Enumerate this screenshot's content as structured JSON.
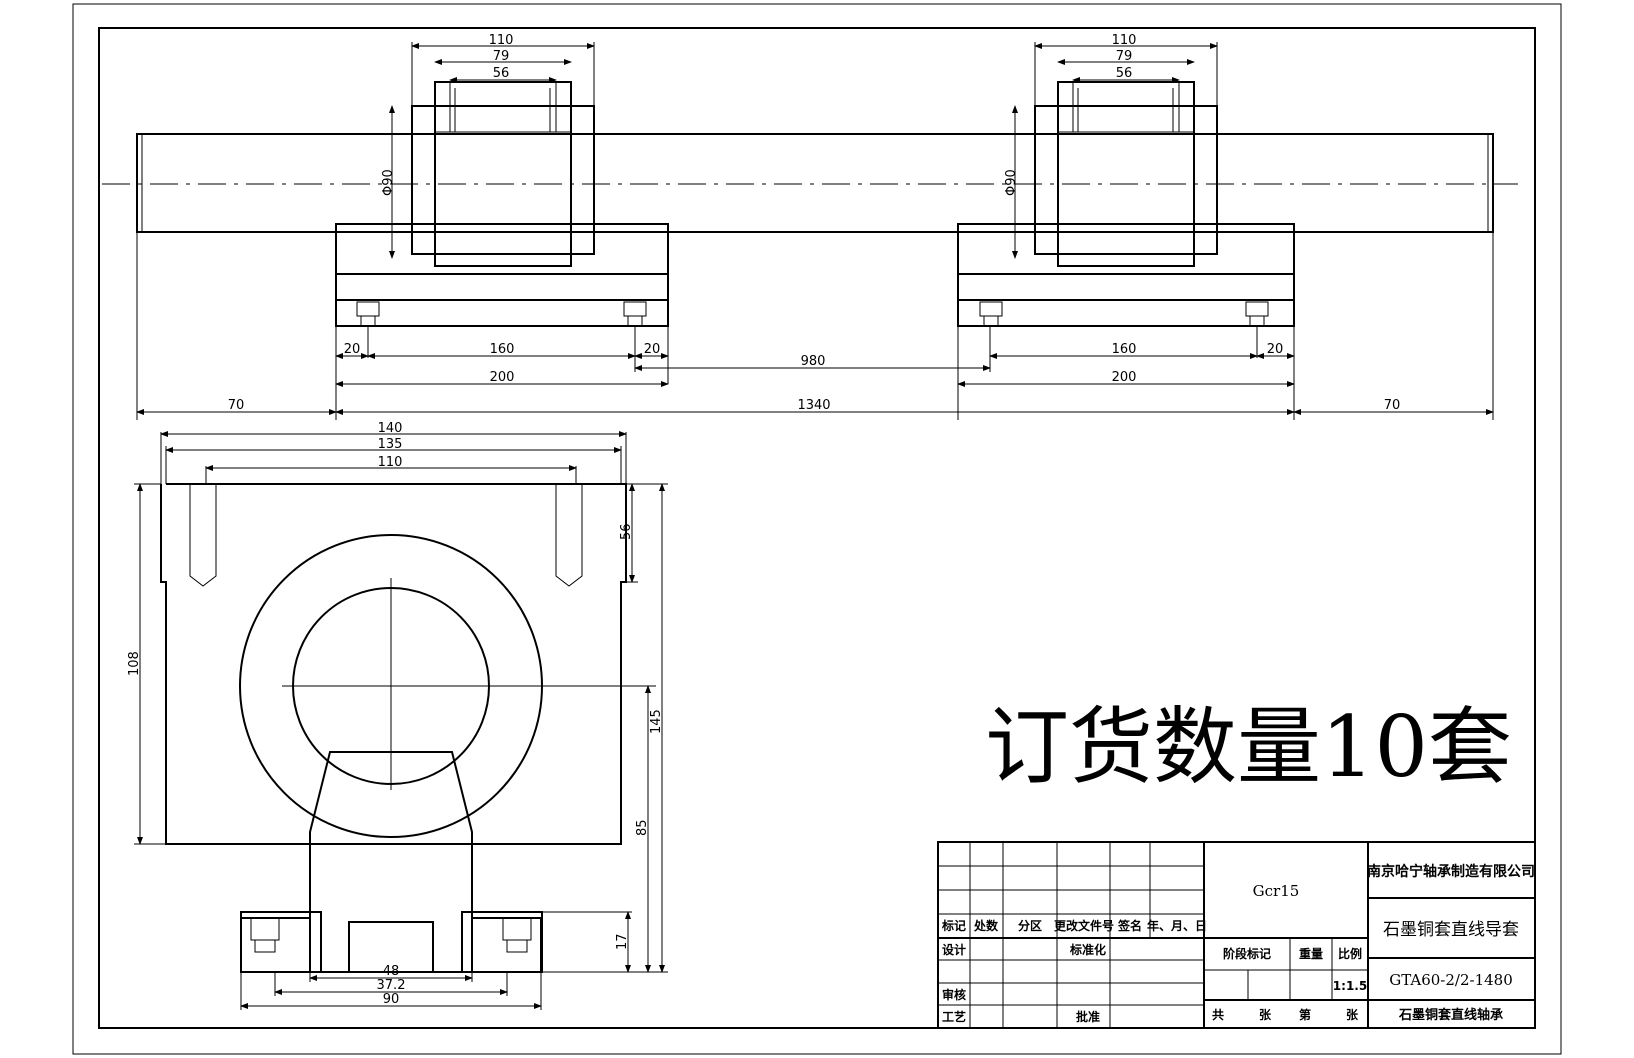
{
  "note": "订货数量10套",
  "top_view": {
    "dims": {
      "a": "110",
      "b": "79",
      "c": "56",
      "dia": "Φ90",
      "d20": "20",
      "d160": "160",
      "d200": "200",
      "d980": "980",
      "d70": "70",
      "d1340": "1340"
    }
  },
  "side_view": {
    "dims": {
      "w140": "140",
      "w135": "135",
      "w110": "110",
      "h56": "56",
      "h108": "108",
      "h145": "145",
      "h85": "85",
      "h17": "17",
      "b48": "48",
      "b372": "37.2",
      "b90": "90"
    }
  },
  "title_block": {
    "material": "Gcr15",
    "company": "南京哈宁轴承制造有限公司",
    "part_name": "石墨铜套直线导套",
    "drawing_no": "GTA60-2/2-1480",
    "scale": "1:1.5",
    "footer_name": "石墨铜套直线轴承",
    "labels": {
      "mark": "标记",
      "count": "处数",
      "zone": "分区",
      "change_doc": "更改文件号",
      "sign": "签名",
      "date": "年、月、日",
      "design": "设计",
      "standard": "标准化",
      "stage": "阶段标记",
      "weight": "重量",
      "scale_lbl": "比例",
      "review": "审核",
      "process": "工艺",
      "approve": "批准",
      "total": "共",
      "sheets": "张",
      "no": "第",
      "sheet": "张"
    }
  }
}
